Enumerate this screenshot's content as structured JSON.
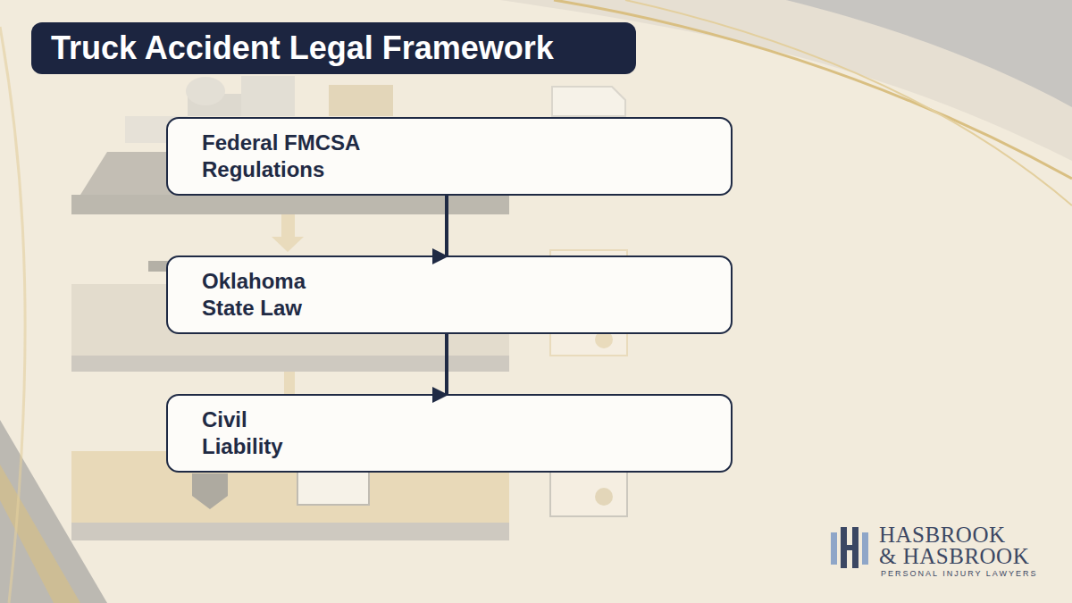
{
  "diagram": {
    "title": "Truck Accident Legal Framework",
    "nodes": [
      {
        "text": [
          "Federal FMCSA Regulations"
        ]
      },
      {
        "text": [
          "Oklahoma State Law"
        ]
      },
      {
        "text": [
          "Civil Liability"
        ]
      }
    ],
    "edges": [
      {
        "from": 0,
        "to": 1,
        "arrow": "to"
      },
      {
        "from": 1,
        "to": 2,
        "arrow": "to"
      }
    ],
    "labels": [
      "HASBROOK",
      "& HASBROOK",
      "PERSONAL INJURY LAWYERS"
    ]
  }
}
